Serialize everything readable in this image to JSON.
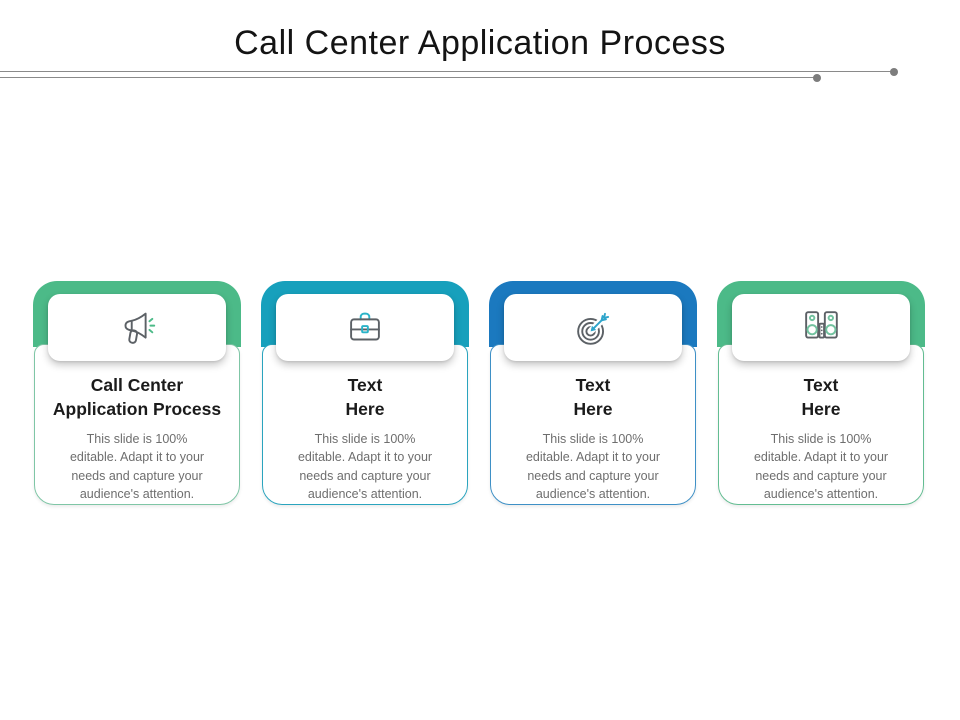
{
  "header": {
    "title": "Call Center Application Process"
  },
  "cards": [
    {
      "icon": "megaphone-icon",
      "title": "Call Center\nApplication Process",
      "description": "This slide is 100%\neditable. Adapt it to your\nneeds and capture your\naudience's attention.",
      "band_color": "#4CBA88",
      "border_color": "#7FC6A6",
      "accent_color": "#4CBA88"
    },
    {
      "icon": "briefcase-icon",
      "title": "Text\nHere",
      "description": "This slide is 100%\neditable. Adapt it to your\nneeds and capture your\naudience's attention.",
      "band_color": "#17A0BC",
      "border_color": "#2AA4BE",
      "accent_color": "#2BB3C8"
    },
    {
      "icon": "dartboard-icon",
      "title": "Text\nHere",
      "description": "This slide is 100%\neditable. Adapt it to your\nneeds and capture your\naudience's attention.",
      "band_color": "#1B79BF",
      "border_color": "#3E90C6",
      "accent_color": "#2FA5CB"
    },
    {
      "icon": "speakers-icon",
      "title": "Text\nHere",
      "description": "This slide is 100%\neditable. Adapt it to your\nneeds and capture your\naudience's attention.",
      "band_color": "#4CBA88",
      "border_color": "#63BD92",
      "accent_color": "#72C29F"
    }
  ]
}
